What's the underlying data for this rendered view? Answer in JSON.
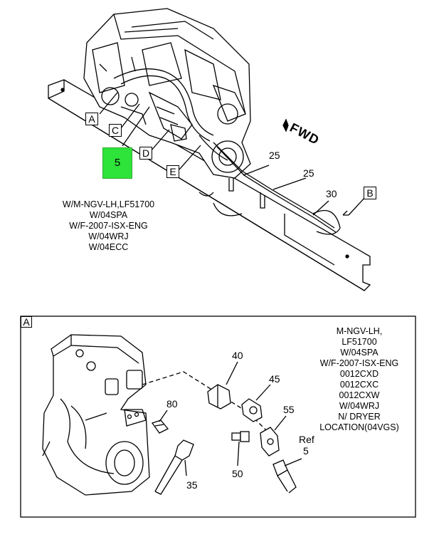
{
  "overview": {
    "callouts": {
      "a": "A",
      "b": "B",
      "c": "C",
      "d": "D",
      "e": "E",
      "n25a": "25",
      "n25b": "25",
      "n30": "30"
    },
    "highlight": "5",
    "fwd": "FWD",
    "note": [
      "W/M-NGV-LH,LF51700",
      "W/04SPA",
      "W/F-2007-ISX-ENG",
      "W/04WRJ",
      "W/04ECC"
    ]
  },
  "detail": {
    "tag": "A",
    "callouts": {
      "n40": "40",
      "n45": "45",
      "n55": "55",
      "n80": "80",
      "n50": "50",
      "n35": "35",
      "ref": "Ref",
      "ref5": "5"
    },
    "note": [
      "M-NGV-LH,",
      "LF51700",
      "W/04SPA",
      "W/F-2007-ISX-ENG",
      "0012CXD",
      "0012CXC",
      "0012CXW",
      "W/04WRJ",
      "N/ DRYER",
      "LOCATION(04VGS)"
    ]
  }
}
